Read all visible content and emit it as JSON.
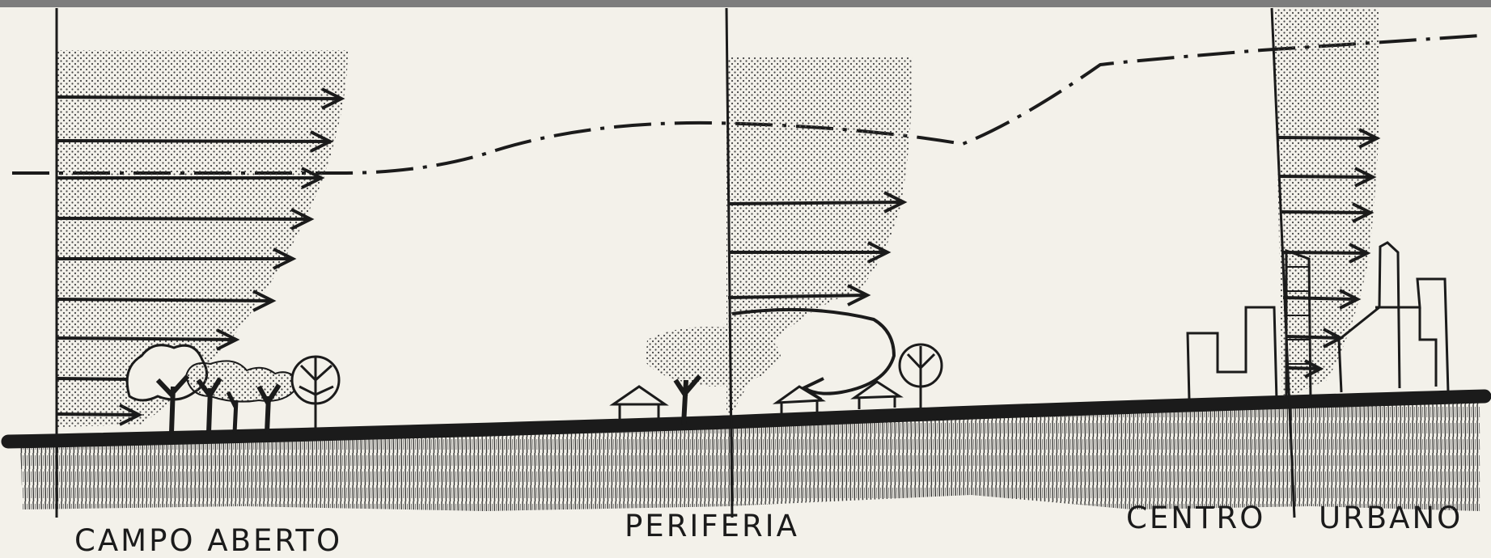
{
  "labels": {
    "campo_aberto": "CAMPO ABERTO",
    "periferia": "PERIFERIA",
    "centro": "CENTRO",
    "urbano": "URBANO"
  },
  "zones": [
    {
      "name": "CAMPO ABERTO",
      "wind_profile_arrows": 9
    },
    {
      "name": "PERIFERIA",
      "wind_profile_arrows": 3
    },
    {
      "name": "CENTRO URBANO",
      "wind_profile_arrows": 7
    }
  ],
  "colors": {
    "ink": "#1b1b1b",
    "paper": "#f3f1ea",
    "top_bar": "#7d7d7d"
  }
}
